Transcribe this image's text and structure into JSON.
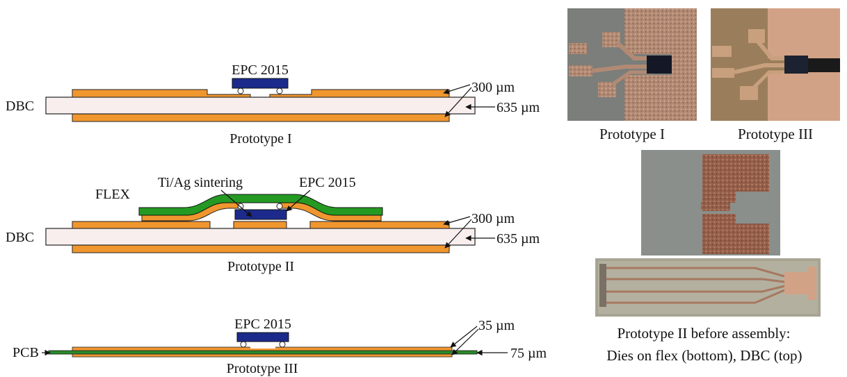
{
  "diagrams": {
    "p1": {
      "caption": "Prototype I",
      "substrate_label": "DBC",
      "die_label": "EPC 2015",
      "copper_thickness": "300 µm",
      "ceramic_thickness": "635 µm"
    },
    "p2": {
      "caption": "Prototype II",
      "substrate_label": "DBC",
      "flex_label": "FLEX",
      "sinter_label": "Ti/Ag sintering",
      "die_label": "EPC 2015",
      "copper_thickness": "300 µm",
      "ceramic_thickness": "635 µm"
    },
    "p3": {
      "caption": "Prototype III",
      "substrate_label": "PCB",
      "die_label": "EPC 2015",
      "copper_thickness": "35 µm",
      "core_thickness": "75 µm"
    }
  },
  "photos": {
    "p1_caption": "Prototype I",
    "p3_caption": "Prototype III",
    "p2_caption_line1": "Prototype II before assembly:",
    "p2_caption_line2": "Dies on flex (bottom), DBC (top)"
  },
  "colors": {
    "copper": "#f0962e",
    "ceramic": "#f8eeee",
    "die": "#1c2a8c",
    "flex": "#249a22",
    "pcb": "#2a8a2a",
    "photo_bg_dark": "#7b7e7a",
    "photo_bg_tan": "#9a7e5c",
    "photo_copper": "#b89078"
  }
}
